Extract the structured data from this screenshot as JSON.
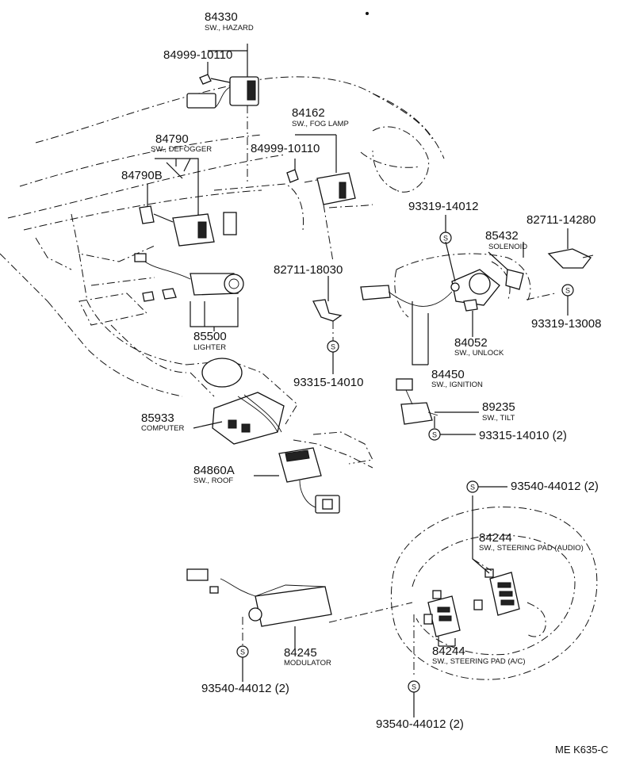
{
  "labels": [
    {
      "id": "84330",
      "pn": "84330",
      "name": "SW., HAZARD"
    },
    {
      "id": "84999a",
      "pn": "84999-10110"
    },
    {
      "id": "84162",
      "pn": "84162",
      "name": "SW., FOG LAMP"
    },
    {
      "id": "84999b",
      "pn": "84999-10110"
    },
    {
      "id": "84790",
      "pn": "84790",
      "name": "SW., DEFOGGER"
    },
    {
      "id": "84790B",
      "pn": "84790B"
    },
    {
      "id": "93319a",
      "pn": "93319-14012"
    },
    {
      "id": "82711a",
      "pn": "82711-14280"
    },
    {
      "id": "85432",
      "pn": "85432",
      "name": "SOLENOID"
    },
    {
      "id": "82711b",
      "pn": "82711-18030"
    },
    {
      "id": "93319b",
      "pn": "93319-13008"
    },
    {
      "id": "85500",
      "pn": "85500",
      "name": "LIGHTER"
    },
    {
      "id": "84052",
      "pn": "84052",
      "name": "SW., UNLOCK"
    },
    {
      "id": "93315a",
      "pn": "93315-14010"
    },
    {
      "id": "84450",
      "pn": "84450",
      "name": "SW., IGNITION"
    },
    {
      "id": "89235",
      "pn": "89235",
      "name": "SW., TILT"
    },
    {
      "id": "85933",
      "pn": "85933",
      "name": "COMPUTER"
    },
    {
      "id": "93315b",
      "pn": "93315-14010 (2)"
    },
    {
      "id": "84860A",
      "pn": "84860A",
      "name": "SW., ROOF"
    },
    {
      "id": "93540a",
      "pn": "93540-44012 (2)"
    },
    {
      "id": "84244a",
      "pn": "84244",
      "name": "SW., STEERING PAD (AUDIO)"
    },
    {
      "id": "84245",
      "pn": "84245",
      "name": "MODULATOR"
    },
    {
      "id": "84244b",
      "pn": "84244",
      "name": "SW., STEERING PAD (A/C)"
    },
    {
      "id": "93540b",
      "pn": "93540-44012 (2)"
    },
    {
      "id": "93540c",
      "pn": "93540-44012 (2)"
    }
  ],
  "s_mark": "S",
  "code": "ME K635-C"
}
